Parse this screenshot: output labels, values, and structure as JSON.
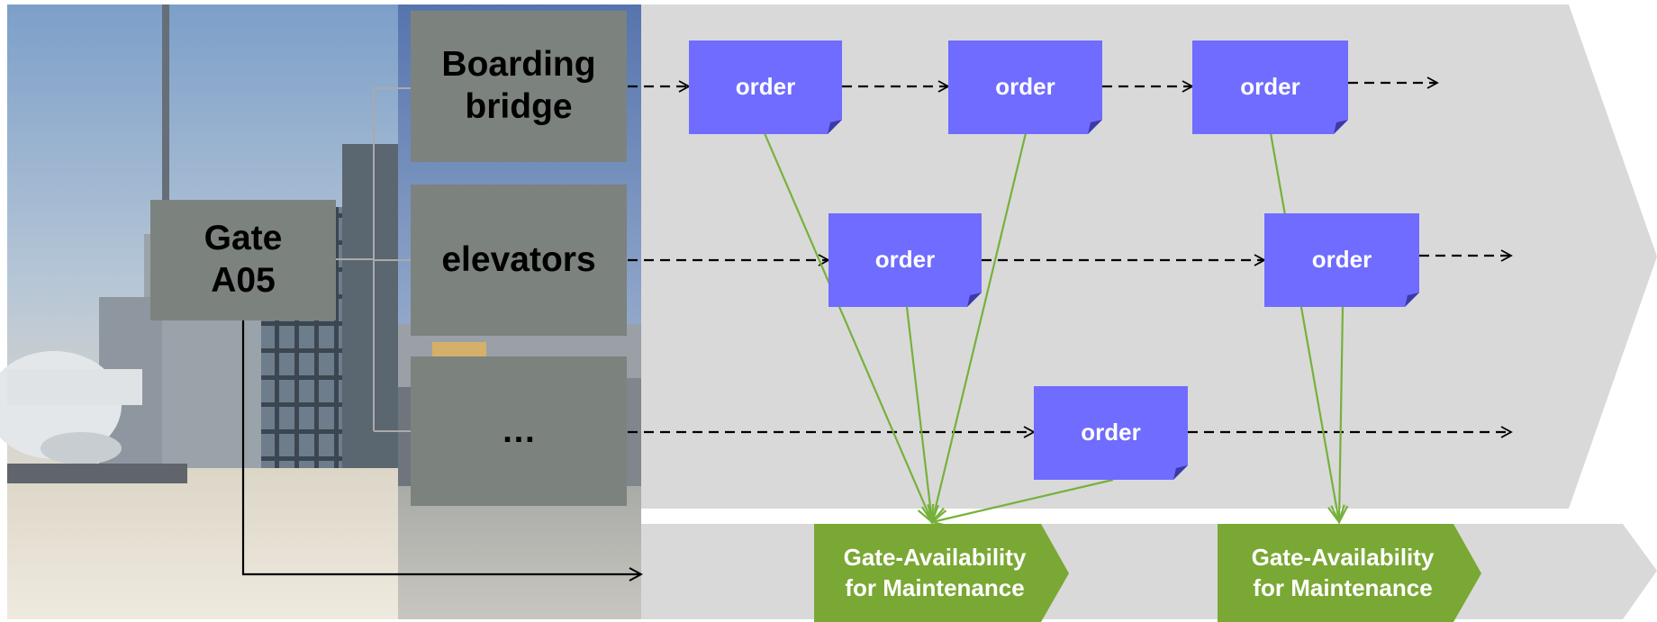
{
  "gate": {
    "line1": "Gate",
    "line2": "A05"
  },
  "resources": [
    {
      "line1": "Boarding",
      "line2": "bridge"
    },
    {
      "line1": "elevators",
      "line2": ""
    },
    {
      "line1": "…",
      "line2": ""
    }
  ],
  "orders": [
    {
      "label": "order"
    },
    {
      "label": "order"
    },
    {
      "label": "order"
    },
    {
      "label": "order"
    },
    {
      "label": "order"
    },
    {
      "label": "order"
    }
  ],
  "availability": [
    {
      "line1": "Gate-Availability",
      "line2": "for Maintenance"
    },
    {
      "line1": "Gate-Availability",
      "line2": "for Maintenance"
    }
  ],
  "colors": {
    "order_fill": "#6f6cff",
    "gray_box": "#7c827e",
    "green_chevron": "#7aa834",
    "green_line": "#76b13b",
    "band": "#d9d9d9"
  }
}
